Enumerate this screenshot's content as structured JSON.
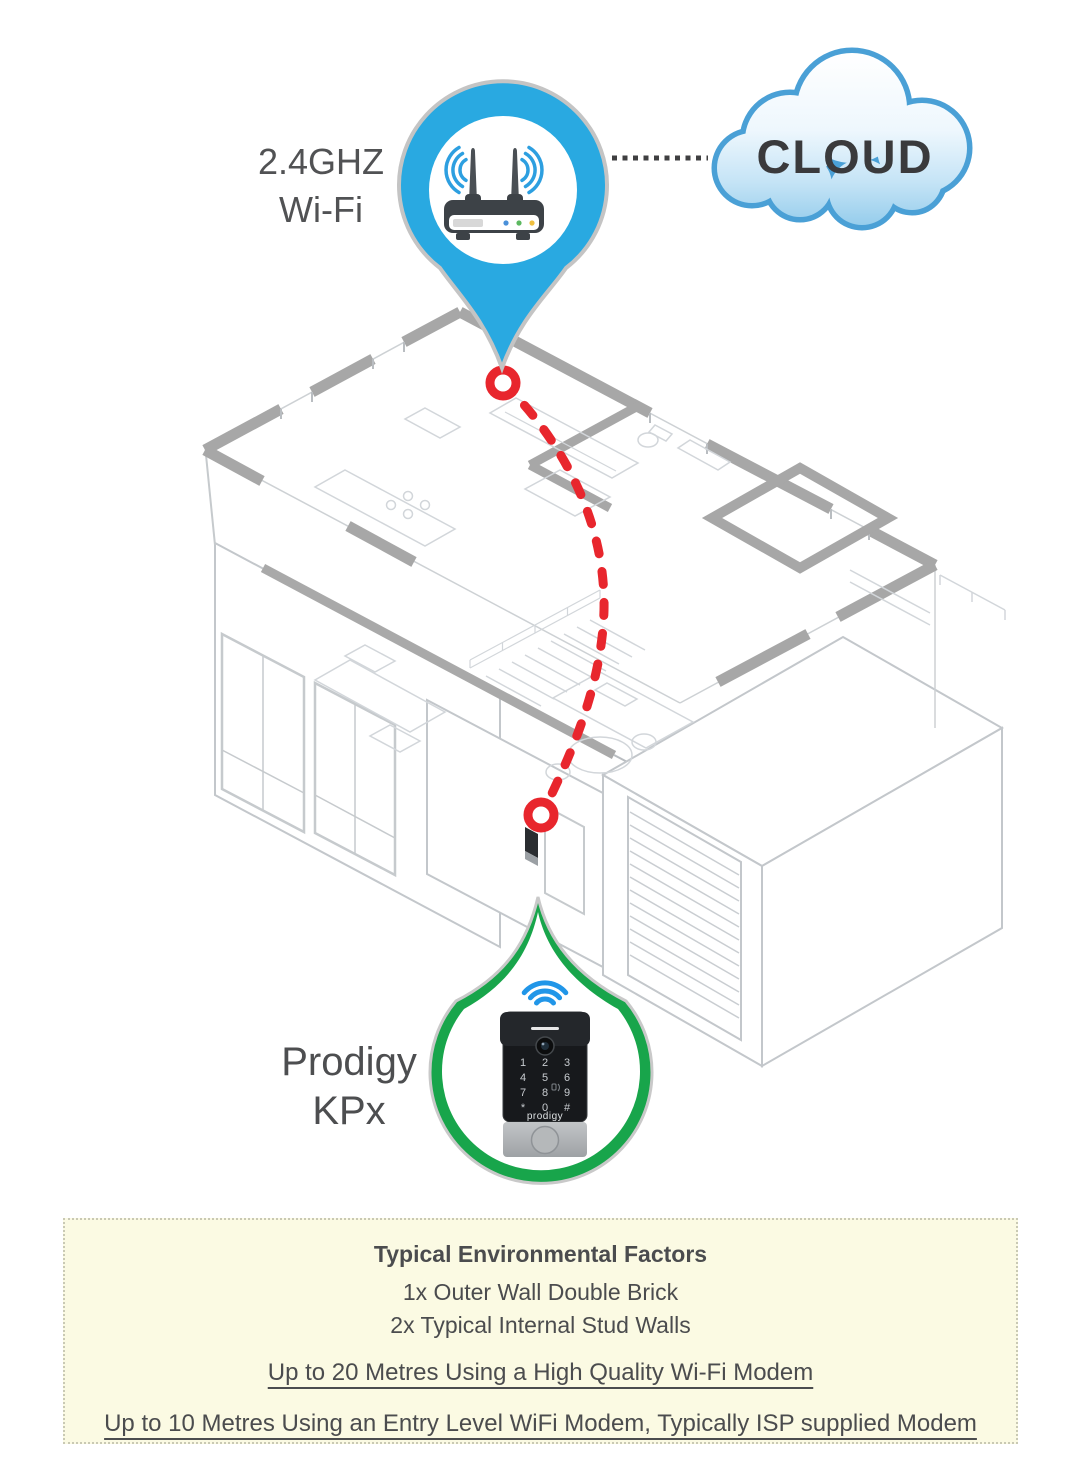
{
  "router": {
    "label_top": "2.4GHZ",
    "label_bottom": "Wi-Fi",
    "pin_color": "#29a9e1",
    "icon": "wifi-router-icon",
    "led_colors": [
      "#4a90d9",
      "#5cb860",
      "#f0c040"
    ]
  },
  "cloud": {
    "label": "CLOUD",
    "border_color": "#4aa0d6"
  },
  "connection": {
    "style": "dotted",
    "color": "#3f3f41"
  },
  "signal_path": {
    "color": "#e8262d",
    "from": "wifi-router-location",
    "to": "doorbell-location"
  },
  "house": {
    "wall_cap_color": "#a7a7a7",
    "line_color": "#c9cdd1"
  },
  "doorbell": {
    "label_top": "Prodigy",
    "label_bottom": "KPx",
    "pin_color": "#18a54b",
    "wifi_icon_color": "#2196e8",
    "keypad_keys": [
      "1",
      "2",
      "3",
      "4",
      "5",
      "6",
      "7",
      "8",
      "9",
      "*",
      "0",
      "#"
    ],
    "brand": "prodigy"
  },
  "info_box": {
    "background": "#fbfae3",
    "title": "Typical Environmental Factors",
    "factors": [
      "1x Outer Wall Double Brick",
      "2x Typical Internal Stud Walls"
    ],
    "ranges": [
      "Up to 20 Metres Using a High Quality Wi-Fi Modem",
      "Up to 10 Metres Using an Entry Level WiFi Modem, Typically ISP supplied Modem"
    ]
  }
}
